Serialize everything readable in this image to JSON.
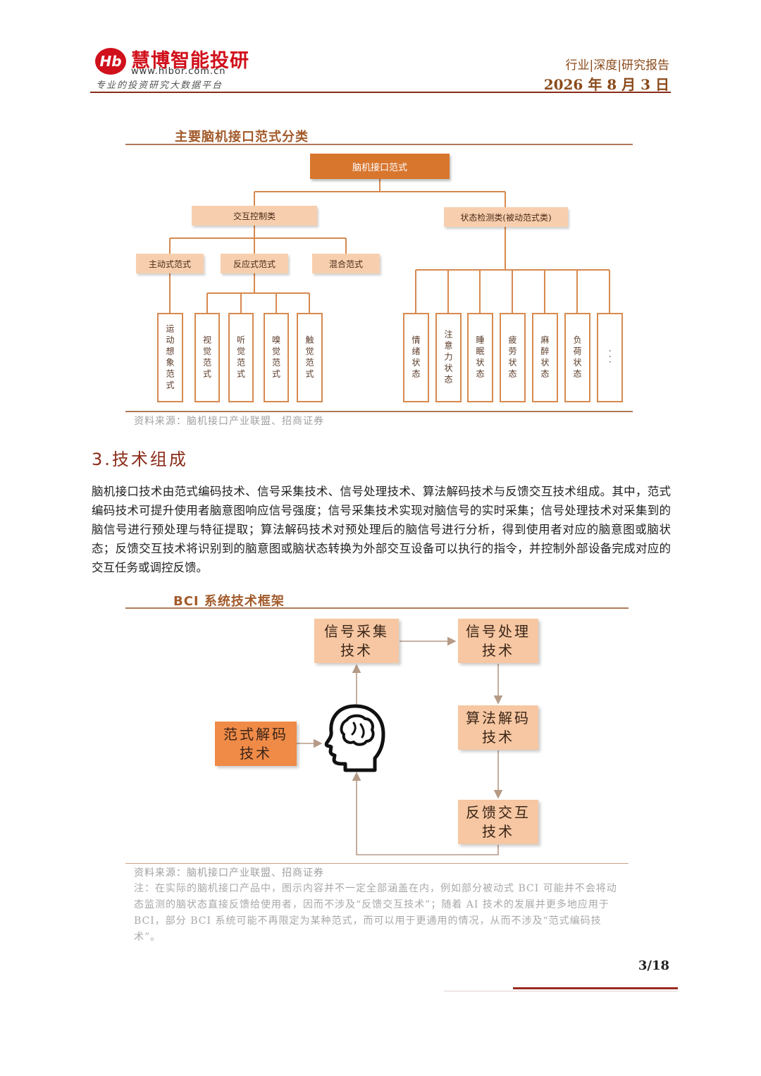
{
  "header": {
    "brand_name": "慧博智能投研",
    "brand_url": "www.hibor.com.cn",
    "brand_slogan": "专业的投资研究大数据平台",
    "logo_glyph": "Hb",
    "report_type": "行业|深度|研究报告",
    "report_date": "2026 年 8 月 3 日",
    "brand_color": "#d0101b"
  },
  "figure1": {
    "title": "主要脑机接口范式分类",
    "root": "脑机接口范式",
    "interactive": "交互控制类",
    "passive": "状态检测类(被动范式类)",
    "active": "主动式范式",
    "reactive": "反应式范式",
    "hybrid": "混合范式",
    "motor_imagery": "运动想象范式",
    "visual": "视觉范式",
    "auditory": "听觉范式",
    "olfactory": "嗅觉范式",
    "tactile": "触觉范式",
    "emotion": "情绪状态",
    "attention": "注意力状态",
    "sleep": "睡眠状态",
    "fatigue": "疲劳状态",
    "anesthesia": "麻醉状态",
    "workload": "负荷状态",
    "more": "···",
    "source": "资料来源：脑机接口产业联盟、招商证券"
  },
  "section": {
    "title": "3.技术组成",
    "body": "脑机接口技术由范式编码技术、信号采集技术、信号处理技术、算法解码技术与反馈交互技术组成。其中，范式编码技术可提升使用者脑意图响应信号强度；信号采集技术实现对脑信号的实时采集；信号处理技术对采集到的脑信号进行预处理与特征提取；算法解码技术对预处理后的脑信号进行分析，得到使用者对应的脑意图或脑状态；反馈交互技术将识别到的脑意图或脑状态转换为外部交互设备可以执行的指令，并控制外部设备完成对应的交互任务或调控反馈。"
  },
  "figure2": {
    "title": "BCI 系统技术框架",
    "acq_1": "信号采集",
    "acq_2": "技术",
    "proc_1": "信号处理",
    "proc_2": "技术",
    "paradigm_1": "范式解码",
    "paradigm_2": "技术",
    "algo_1": "算法解码",
    "algo_2": "技术",
    "feedback_1": "反馈交互",
    "feedback_2": "技术",
    "source": "资料来源：脑机接口产业联盟、招商证券",
    "note": "注：在实际的脑机接口产品中，图示内容并不一定全部涵盖在内，例如部分被动式 BCI 可能并不会将动态监测的脑状态直接反馈给使用者，因而不涉及“反馈交互技术”；随着 AI 技术的发展并更多地应用于 BCI，部分 BCI 系统可能不再限定为某种范式，而可以用于更通用的情况，从而不涉及“范式编码技术”。"
  },
  "footer": {
    "page": "3/18"
  }
}
